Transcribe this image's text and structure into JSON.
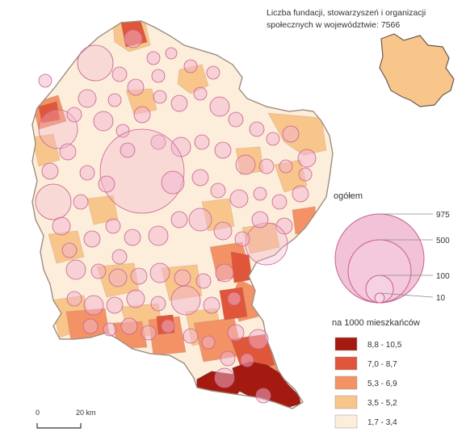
{
  "title_line1": "Liczba fundacji, stowarzyszeń i organizacji",
  "title_line2": "społecznych w województwie: 7566",
  "size_legend": {
    "title": "ogółem",
    "values": [
      975,
      500,
      100,
      10
    ]
  },
  "color_legend": {
    "title": "na 1000 mieszkańców",
    "classes": [
      {
        "label": "8,8 - 10,5",
        "color": "#a51a10"
      },
      {
        "label": "7,0 - 8,7",
        "color": "#e0563a"
      },
      {
        "label": "5,3 - 6,9",
        "color": "#f39265"
      },
      {
        "label": "3,5 - 5,2",
        "color": "#f8c58a"
      },
      {
        "label": "1,7 - 3,4",
        "color": "#fdeedb"
      }
    ]
  },
  "scale_bar": {
    "left_label": "0",
    "right_label": "20 km"
  },
  "colors": {
    "circle_fill": "#f2b3cf",
    "circle_stroke": "#c8608e",
    "border": "#b9a79b",
    "inset_fill": "#f8c58a",
    "inset_stroke": "#6a5a50"
  }
}
